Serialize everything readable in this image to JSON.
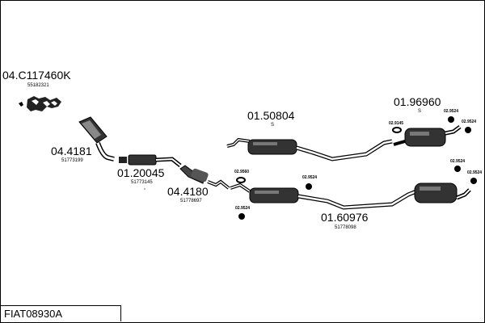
{
  "title": "FIAT08930A",
  "parts": {
    "manifold": {
      "number": "04.C117460K",
      "ref": "55182321"
    },
    "front_pipe": {
      "number": "04.4181",
      "ref": "51773199"
    },
    "middle_pipe": {
      "number": "01.20045",
      "ref": "51773145"
    },
    "front_pipe_2": {
      "number": "04.4180",
      "ref": "51778697"
    },
    "upper_silencer": {
      "number": "01.50804",
      "ref": "S"
    },
    "upper_rear_silencer": {
      "number": "01.96960",
      "ref": "S"
    },
    "lower_silencer": {
      "number": "01.60976",
      "ref": "51778098"
    }
  },
  "fittings": {
    "f_upper_1": "02.9145",
    "f_upper_2": "02.9524",
    "f_upper_3": "02.9524",
    "f_right_1": "02.9524",
    "f_right_2": "02.9524",
    "f_mid_1": "02.9560",
    "f_mid_2": "02.9524",
    "f_mid_3": "02.9524"
  }
}
